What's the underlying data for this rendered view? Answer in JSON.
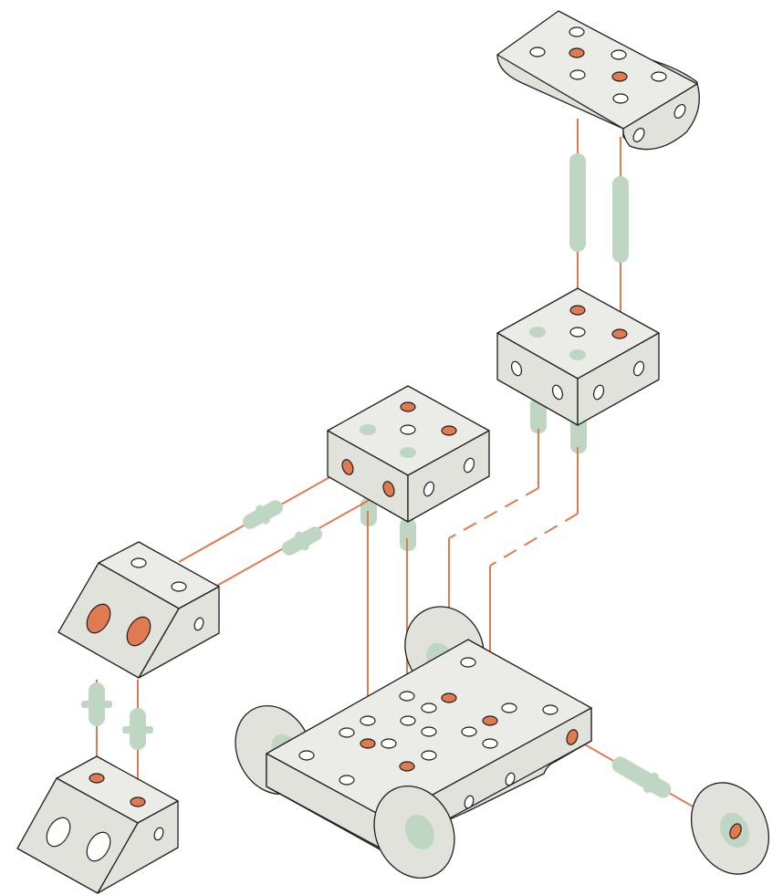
{
  "colors": {
    "block_top": "#ebebe7",
    "block_side": "#e2e2dd",
    "pin": "#e07a50",
    "peg": "#bfd6c3",
    "wire": "#e07a50",
    "outline": "#1f1f1f"
  },
  "parts": [
    "half-cylinder-block",
    "cube-block-upper-right",
    "cube-block-center",
    "wedge-block-left",
    "wedge-block-bottom-left",
    "chassis-plate",
    "wheel-front-left",
    "wheel-front-right",
    "wheel-rear",
    "wheel-loose"
  ]
}
